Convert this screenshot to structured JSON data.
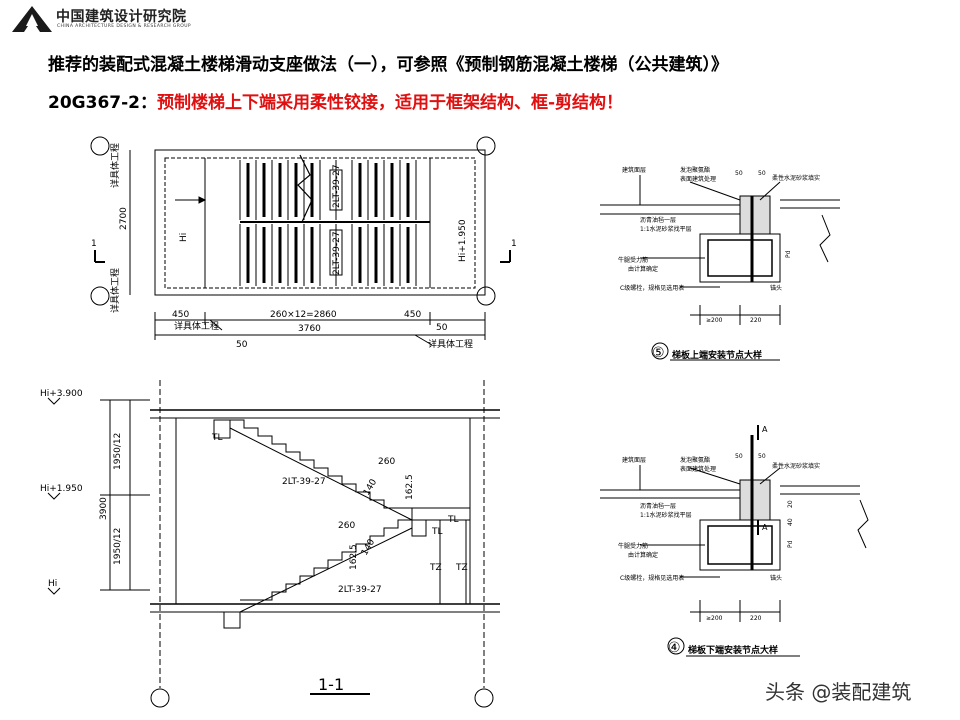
{
  "header": {
    "logo_cn": "中国建筑设计研究院",
    "logo_en": "CHINA ARCHITECTURE DESIGN & RESEARCH GROUP",
    "title_line1": "推荐的装配式混凝土楼梯滑动支座做法（一），可参照《预制钢筋混凝土楼梯（公共建筑）》",
    "title_code": "20G367-2：",
    "title_red": "预制楼梯上下端采用柔性铰接，适用于框架结构、框-剪结构！"
  },
  "plan": {
    "note_top_left": "详具体工程",
    "note_bottom_left": "详具体工程",
    "note_bottom_left2": "详具体工程",
    "note_bottom_right": "详具体工程",
    "dim_left": "2700",
    "dim_bottom_450a": "450",
    "dim_bottom_mid": "260×12=2860",
    "dim_bottom_450b": "450",
    "dim_total": "3760",
    "dim_50a": "50",
    "dim_50b": "50",
    "stair_code_top": "2LT-39-27",
    "stair_code_bottom": "2LT-39-27",
    "level_mark": "Hi+1.950",
    "level_mark_left": "Hi",
    "section_mark": "1"
  },
  "section": {
    "level_top": "Hi+3.900",
    "level_mid": "Hi+1.950",
    "level_bot": "Hi",
    "dim_upper": "1950/12",
    "dim_lower": "1950/12",
    "dim_total": "3900",
    "code_upper": "2LT-39-27",
    "code_lower": "2LT-39-27",
    "dim_260a": "260",
    "dim_260b": "260",
    "dim_1625a": "162.5",
    "dim_1625b": "162.5",
    "slope_a": "140",
    "slope_b": "140",
    "tl_labels": [
      "TL",
      "TL",
      "TL"
    ],
    "tz_labels": [
      "TZ",
      "TZ"
    ],
    "section_title": "1-1"
  },
  "detail_upper": {
    "number": "⑤",
    "caption": "梯板上端安装节点大样",
    "labels": [
      "建筑面层",
      "发泡聚氨酯",
      "表面建筑处理",
      "柔性水泥砂浆填实",
      "沥青油毡一层",
      "1:1水泥砂浆找平层",
      "牛腿受力筋",
      "由计算确定",
      "C级螺栓，规格见选用表",
      "锚头"
    ],
    "dims": [
      "50",
      "50",
      "≥200",
      "220",
      "Pd"
    ]
  },
  "detail_lower": {
    "number": "④",
    "caption": "梯板下端安装节点大样",
    "labels": [
      "建筑面层",
      "发泡聚氨酯",
      "表面建筑处理",
      "柔性水泥砂浆填实",
      "沥青油毡一层",
      "1:1水泥砂浆找平层",
      "牛腿受力筋",
      "由计算确定",
      "C级螺栓，规格见选用表",
      "锚头"
    ],
    "dims": [
      "50",
      "50",
      "≥200",
      "220",
      "20",
      "40",
      "Pd"
    ],
    "section_a": "A"
  },
  "watermark": "头条 @装配建筑"
}
